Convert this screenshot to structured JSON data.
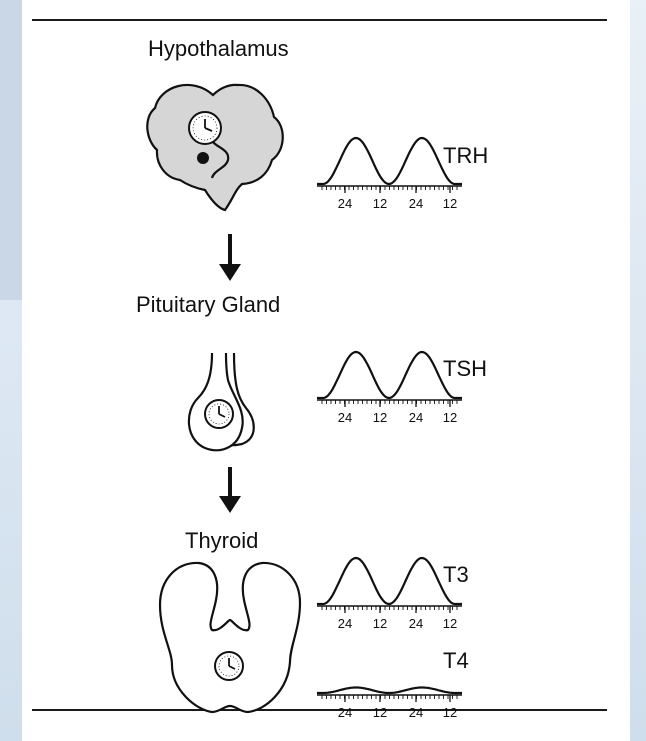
{
  "colors": {
    "ink": "#111111",
    "panel": "#ffffff",
    "background": "#dfe9f3"
  },
  "icons": [
    "brain-icon",
    "clock-icon",
    "pituitary-icon",
    "thyroid-icon",
    "down-arrow-icon"
  ],
  "stages": [
    {
      "title": "Hypothalamus"
    },
    {
      "title": "Pituitary Gland"
    },
    {
      "title": "Thyroid"
    }
  ],
  "rhythms": [
    {
      "label": "TRH",
      "ticks": [
        "24",
        "12",
        "24",
        "12"
      ],
      "amplitude": 1.0
    },
    {
      "label": "TSH",
      "ticks": [
        "24",
        "12",
        "24",
        "12"
      ],
      "amplitude": 1.0
    },
    {
      "label": "T3",
      "ticks": [
        "24",
        "12",
        "24",
        "12"
      ],
      "amplitude": 1.0
    },
    {
      "label": "T4",
      "ticks": [
        "24",
        "12",
        "24",
        "12"
      ],
      "amplitude": 0.12
    }
  ]
}
